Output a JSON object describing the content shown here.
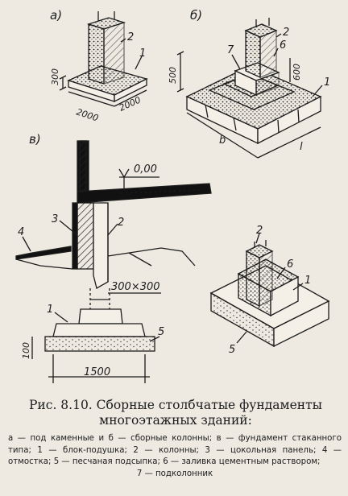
{
  "figure": {
    "panel_a": "а)",
    "panel_b": "б)",
    "panel_v": "в)",
    "a_col": "2",
    "a_pad": "1",
    "a_h": "300",
    "a_w1": "2000",
    "a_w2": "2000",
    "b_col": "2",
    "b_grout": "6",
    "b_sub": "7",
    "b_pad": "1",
    "b_h1": "500",
    "b_h2": "600",
    "b_len": "b",
    "b_wid": "l",
    "v_level": "0,00",
    "v_panel": "3",
    "v_col": "2",
    "v_blind": "4",
    "v_sect": "300×300",
    "v_pad": "1",
    "v_sand": "5",
    "v_dim": "1500",
    "v_h": "100",
    "p_col": "2",
    "p_grout": "6",
    "p_pad": "1",
    "p_sand": "5"
  },
  "caption": {
    "title": "Рис. 8.10. Сборные столбчатые фундаменты многоэтажных зданий:",
    "body": "а — под каменные и б — сборные колонны; в — фундамент стаканного типа; 1 — блок-подушка; 2 — колонны; 3 — цокольная панель; 4 — отмостка; 5 — песчаная подсыпка; 6 — заливка цементным раствором;",
    "last": "7 — подколонник"
  }
}
